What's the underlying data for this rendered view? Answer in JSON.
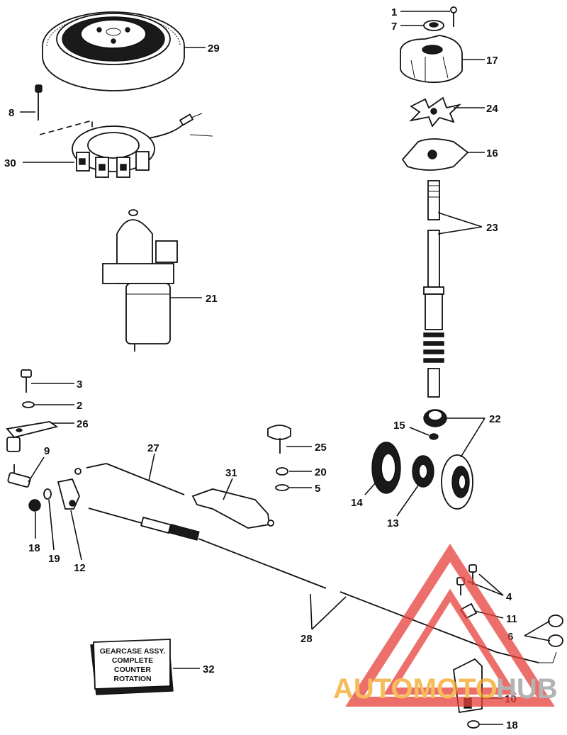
{
  "callouts": [
    {
      "id": "c1",
      "label": "1"
    },
    {
      "id": "c7",
      "label": "7"
    },
    {
      "id": "c17",
      "label": "17"
    },
    {
      "id": "c24",
      "label": "24"
    },
    {
      "id": "c16",
      "label": "16"
    },
    {
      "id": "c23",
      "label": "23"
    },
    {
      "id": "c29",
      "label": "29"
    },
    {
      "id": "c8",
      "label": "8"
    },
    {
      "id": "c30",
      "label": "30"
    },
    {
      "id": "c21",
      "label": "21"
    },
    {
      "id": "c3",
      "label": "3"
    },
    {
      "id": "c2",
      "label": "2"
    },
    {
      "id": "c26",
      "label": "26"
    },
    {
      "id": "c9",
      "label": "9"
    },
    {
      "id": "c27",
      "label": "27"
    },
    {
      "id": "c25",
      "label": "25"
    },
    {
      "id": "c20",
      "label": "20"
    },
    {
      "id": "c5",
      "label": "5"
    },
    {
      "id": "c31",
      "label": "31"
    },
    {
      "id": "c15",
      "label": "15"
    },
    {
      "id": "c22",
      "label": "22"
    },
    {
      "id": "c14",
      "label": "14"
    },
    {
      "id": "c13",
      "label": "13"
    },
    {
      "id": "c18a",
      "label": "18"
    },
    {
      "id": "c19",
      "label": "19"
    },
    {
      "id": "c12",
      "label": "12"
    },
    {
      "id": "c4",
      "label": "4"
    },
    {
      "id": "c11",
      "label": "11"
    },
    {
      "id": "c6",
      "label": "6"
    },
    {
      "id": "c28",
      "label": "28"
    },
    {
      "id": "c32",
      "label": "32"
    },
    {
      "id": "c10",
      "label": "10"
    },
    {
      "id": "c18b",
      "label": "18"
    }
  ],
  "gearcase_box": {
    "line1": "GEARCASE ASSY.",
    "line2": "COMPLETE",
    "line3": "COUNTER",
    "line4": "ROTATION"
  },
  "watermark": {
    "text_auto": "AUTOMOTO",
    "text_hub": "HUB",
    "color_red": "#e8403a",
    "color_orange": "#f5a623",
    "color_grey": "#9a9a9a"
  }
}
